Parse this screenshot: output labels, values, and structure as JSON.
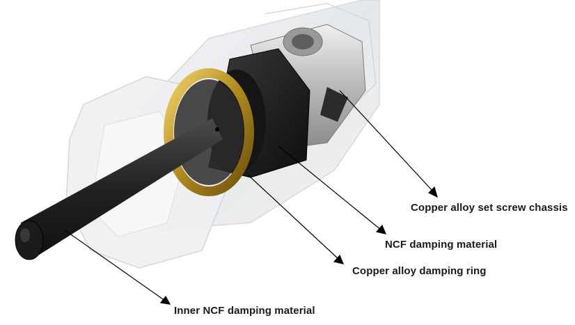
{
  "callouts": {
    "chassis": "Copper alloy set screw chassis",
    "ncf": "NCF damping material",
    "ring": "Copper alloy damping ring",
    "inner": "Inner NCF damping material"
  },
  "colors": {
    "transparent_housing": "#e9ecef",
    "ncf_black": "#1c1c1c",
    "copper_ring": "#b08a1e",
    "chassis_metal": "#c9c9c9",
    "leader_line": "#000000"
  }
}
